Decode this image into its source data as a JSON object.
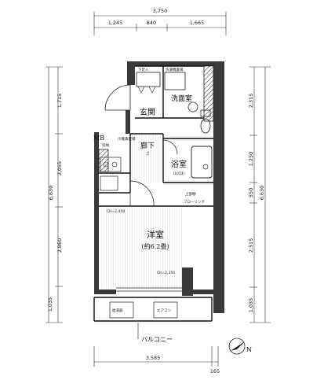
{
  "dimensions": {
    "top_total": "3,750",
    "top_1": "1,245",
    "top_2": "840",
    "top_3": "1,665",
    "left_total": "6,630",
    "left_1": "1,715",
    "left_2": "2,055",
    "left_3": "2,860",
    "left_4": "1,035",
    "right_total": "6,630",
    "right_1": "2,315",
    "right_2": "1,250",
    "right_3": "550",
    "right_4": "2,515",
    "right_5": "1,035",
    "bottom_total": "3,585",
    "bottom_side": "165"
  },
  "rooms": {
    "entrance": "玄関",
    "washroom": "洗面室",
    "corridor": "廊下",
    "bathroom": "浴室",
    "bathroom_size": "(1014)",
    "western_room": "洋室",
    "western_size": "(約6.2畳)",
    "mb": "MB",
    "balcony": "バルコニー"
  },
  "labels": {
    "shoe_box": "下足入",
    "washer_pan": "洗濯機置場",
    "storage": "収納",
    "fridge": "冷蔵庫置場",
    "rod": "上部棚",
    "flooring": "フローリング",
    "ceiling_h1": "CH=2,450",
    "ceiling_h2": "CH=2,350",
    "heater": "給湯器",
    "ac": "エアコン",
    "mark_up": "上"
  },
  "compass": "N"
}
